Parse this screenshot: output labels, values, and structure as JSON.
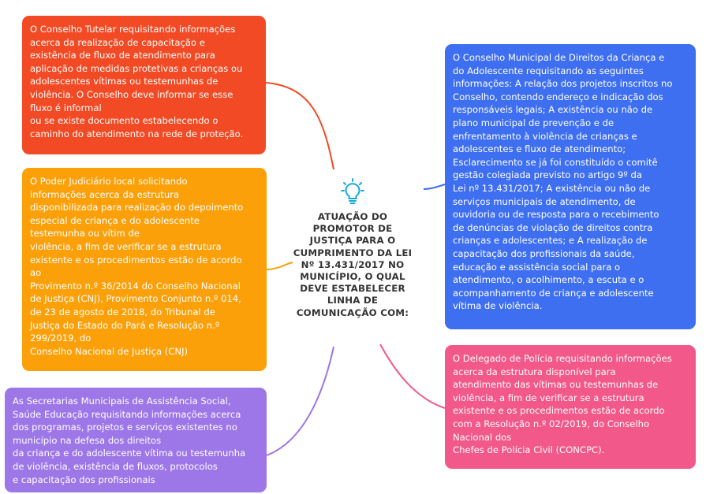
{
  "colors": {
    "red": "#f24a24",
    "orange": "#fba009",
    "purple": "#9d76e8",
    "blue": "#3e6ff0",
    "pink": "#f2588a",
    "center_text": "#333333",
    "bulb": "#1aa7e0"
  },
  "center": {
    "icon": "lightbulb-icon",
    "title": "ATUAÇÃO DO\nPROMOTOR DE\nJUSTIÇA PARA O\nCUMPRIMENTO DA LEI\nNº 13.431/2017 NO\nMUNICÍPIO, O QUAL\nDEVE ESTABELECER\nLINHA DE\nCOMUNICAÇÃO COM:"
  },
  "nodes": {
    "conselho_tutelar": "O Conselho Tutelar requisitando informações\nacerca da realização de capacitação e\nexistência de fluxo de atendimento para\naplicação de medidas protetivas a crianças ou\nadolescentes vítimas ou testemunhas de\nviolência. O Conselho deve informar se esse\nfluxo é informal\nou se existe documento estabelecendo o\ncaminho do atendimento na rede de proteção.",
    "poder_judiciario": "O Poder Judiciário local solicitando\ninformações acerca da estrutura\ndisponibilizada para realização do depoimento\nespecial de criança e do adolescente\ntestemunha ou vítim de\nviolência, a fim de verificar se a estrutura\nexistente e os procedimentos estão de acordo\nao\nProvimento n.º 36/2014 do Conselho Nacional\nde Justiça (CNJ), Provimento Conjunto n.º 014,\nde 23 de agosto de 2018, do Tribunal de\nJustiça do Estado do Pará e Resolução n.º\n299/2019, do\nConselho Nacional de Justiça (CNJ)",
    "secretarias": "As Secretarias Municipais de Assistência Social,\nSaúde  Educação requisitando informações acerca\ndos programas, projetos e serviços existentes no\nmunicípio na defesa dos direitos\nda criança e do adolescente vítima ou testemunha\nde violência, existência de fluxos, protocolos\ne capacitação dos profissionais",
    "conselho_municipal": "O Conselho Municipal de Direitos da Criança e\ndo Adolescente requisitando as seguintes\ninformações: A relação dos projetos inscritos no\nConselho, contendo endereço e indicação dos\nresponsáveis legais; A existência ou não de\nplano municipal de prevenção e de\nenfrentamento à violência de crianças e\nadolescentes e fluxo de atendimento;\nEsclarecimento se já foi constituído o comitê\ngestão colegiada previsto no artigo 9º da\nLei nº 13.431/2017; A existência ou não de\nserviços municipais de atendimento, de\nouvidoria ou de resposta para o recebimento\nde denúncias de violação de direitos contra\ncrianças e adolescentes; e A realização de\ncapacitação dos profissionais da saúde,\neducação e assistência social para o\natendimento, o acolhimento, a escuta e o\nacompanhamento de criança e adolescente\nvítima de violência.",
    "delegado": "O Delegado de Polícia requisitando informações\nacerca da estrutura disponível para\natendimento das vítimas ou testemunhas de\nviolência, a fim de verificar se a estrutura\nexistente e os procedimentos estão de acordo\ncom a Resolução n.º 02/2019, do Conselho\nNacional dos\nChefes de Polícia Civil (CONCPC)."
  }
}
